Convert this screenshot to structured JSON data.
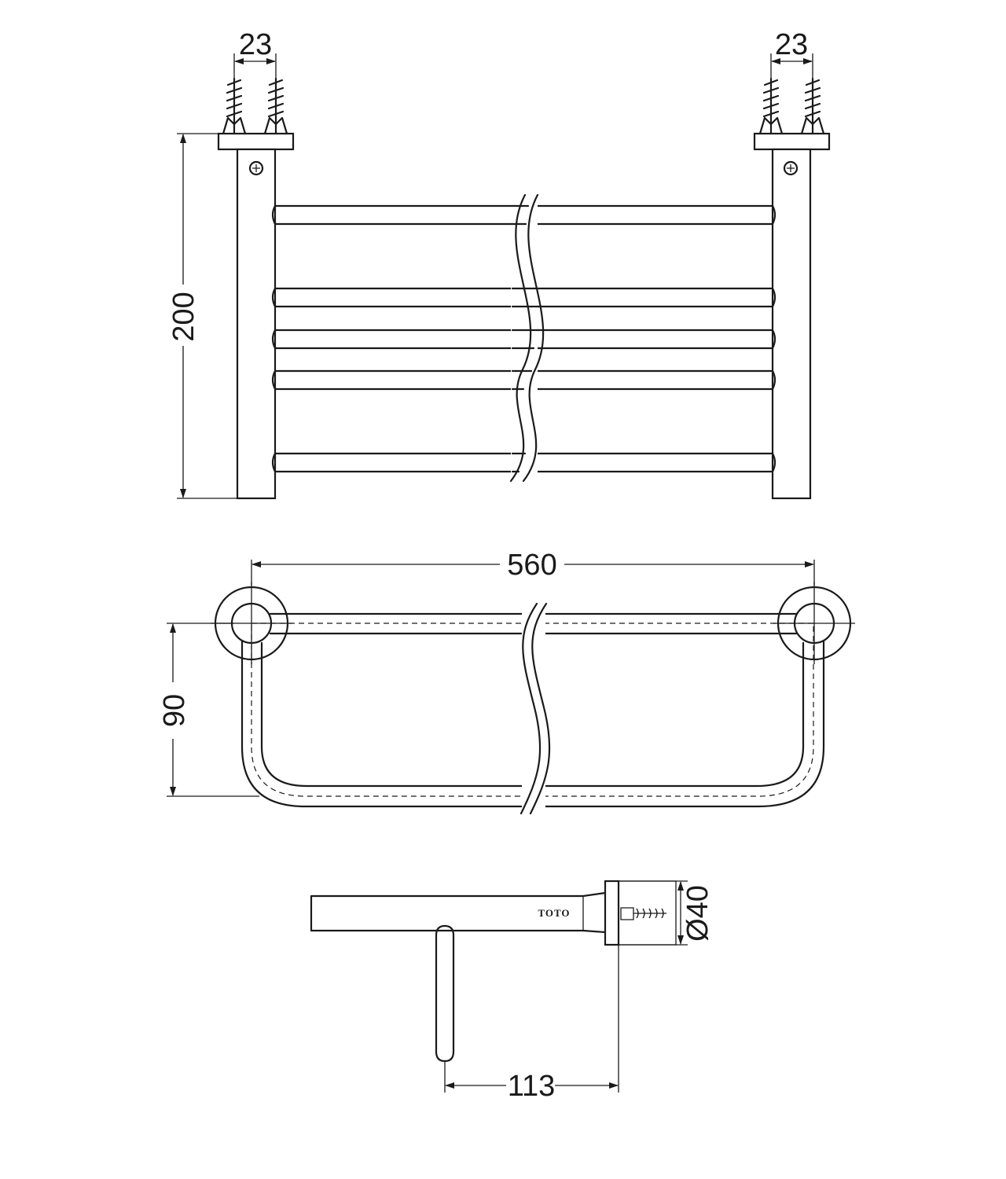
{
  "dimensions": {
    "anchor_spacing_left": "23",
    "anchor_spacing_right": "23",
    "height": "200",
    "width": "560",
    "depth": "90",
    "projection": "113",
    "flange_diameter": "Ø40"
  },
  "brand_mark": "TOTO"
}
